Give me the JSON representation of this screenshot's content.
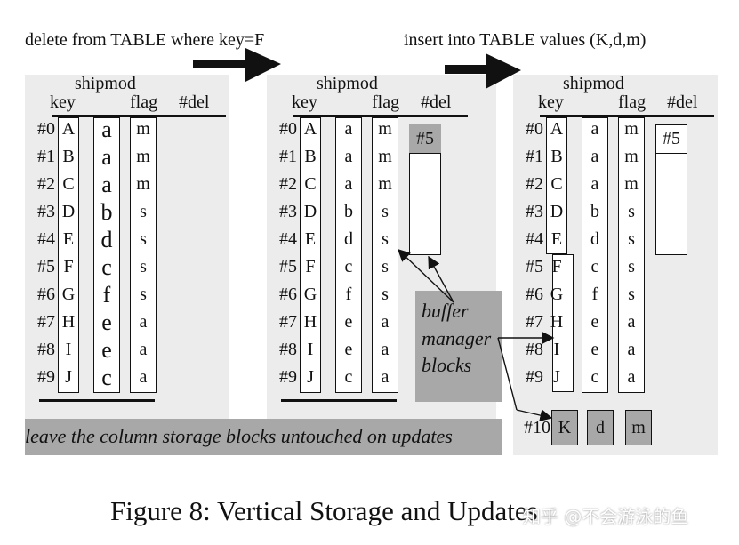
{
  "operations": {
    "delete": "delete from TABLE where key=F",
    "insert": "insert into TABLE values (K,d,m)"
  },
  "tables": [
    {
      "title": "shipmod",
      "headers": {
        "key": "key",
        "flag": "flag",
        "del": "#del"
      },
      "row_labels": [
        "#0",
        "#1",
        "#2",
        "#3",
        "#4",
        "#5",
        "#6",
        "#7",
        "#8",
        "#9"
      ],
      "keys": [
        "A",
        "B",
        "C",
        "D",
        "E",
        "F",
        "G",
        "H",
        "I",
        "J"
      ],
      "mods": [
        "a",
        "a",
        "a",
        "b",
        "d",
        "c",
        "f",
        "e",
        "e",
        "c"
      ],
      "flags": [
        "m",
        "m",
        "m",
        "s",
        "s",
        "s",
        "s",
        "a",
        "a",
        "a"
      ],
      "del": []
    },
    {
      "title": "shipmod",
      "headers": {
        "key": "key",
        "flag": "flag",
        "del": "#del"
      },
      "row_labels": [
        "#0",
        "#1",
        "#2",
        "#3",
        "#4",
        "#5",
        "#6",
        "#7",
        "#8",
        "#9"
      ],
      "keys": [
        "A",
        "B",
        "C",
        "D",
        "E",
        "F",
        "G",
        "H",
        "I",
        "J"
      ],
      "mods": [
        "a",
        "a",
        "a",
        "b",
        "d",
        "c",
        "f",
        "e",
        "e",
        "c"
      ],
      "flags": [
        "m",
        "m",
        "m",
        "s",
        "s",
        "s",
        "s",
        "a",
        "a",
        "a"
      ],
      "del": [
        "#5"
      ]
    },
    {
      "title": "shipmod",
      "headers": {
        "key": "key",
        "flag": "flag",
        "del": "#del"
      },
      "row_labels": [
        "#0",
        "#1",
        "#2",
        "#3",
        "#4",
        "#5",
        "#6",
        "#7",
        "#8",
        "#9"
      ],
      "keys": [
        "A",
        "B",
        "C",
        "D",
        "E",
        "F",
        "G",
        "H",
        "I",
        "J"
      ],
      "mods": [
        "a",
        "a",
        "a",
        "b",
        "d",
        "c",
        "f",
        "e",
        "e",
        "c"
      ],
      "flags": [
        "m",
        "m",
        "m",
        "s",
        "s",
        "s",
        "s",
        "a",
        "a",
        "a"
      ],
      "del": [
        "#5"
      ]
    }
  ],
  "inserted_row": {
    "label": "#10",
    "values": [
      "K",
      "d",
      "m"
    ]
  },
  "buffer_note": [
    "buffer",
    "manager",
    "blocks"
  ],
  "column_note": "leave the column storage blocks untouched on updates",
  "caption": "Figure 8: Vertical Storage and Updates",
  "watermark": "知乎 @不会游泳的鱼",
  "colors": {
    "panel": "#ececec",
    "gray_block": "#a8a8a8",
    "ink": "#111111"
  }
}
